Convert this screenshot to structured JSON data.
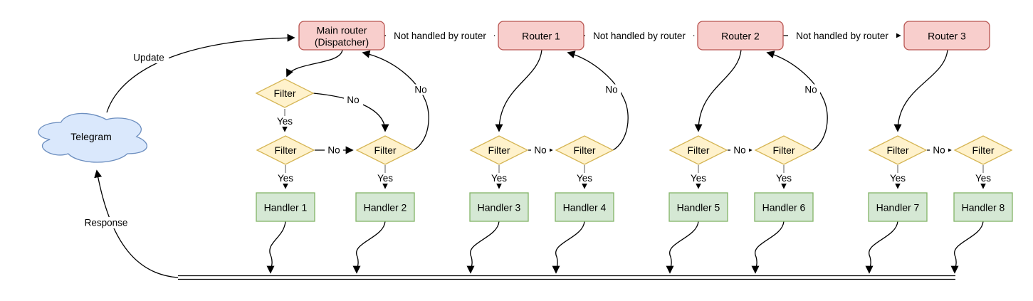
{
  "diagram": {
    "nodes": {
      "telegram": "Telegram",
      "dispatcher_line1": "Main router",
      "dispatcher_line2": "(Dispatcher)",
      "routers": [
        "Router 1",
        "Router 2",
        "Router 3"
      ],
      "filter": "Filter",
      "handlers": [
        "Handler 1",
        "Handler 2",
        "Handler 3",
        "Handler 4",
        "Handler 5",
        "Handler 6",
        "Handler 7",
        "Handler 8"
      ]
    },
    "labels": {
      "update": "Update",
      "response": "Response",
      "not_handled": "Not handled by router",
      "yes": "Yes",
      "no": "No"
    },
    "colors": {
      "router_fill": "#f8cecc",
      "router_stroke": "#b85450",
      "filter_fill": "#fff2cc",
      "filter_stroke": "#d6b656",
      "handler_fill": "#d5e8d4",
      "handler_stroke": "#82b366",
      "cloud_fill": "#dae8fc",
      "cloud_stroke": "#6c8ebf",
      "edge": "#000000",
      "yes_stub": "#808080",
      "text": "#000000"
    }
  }
}
